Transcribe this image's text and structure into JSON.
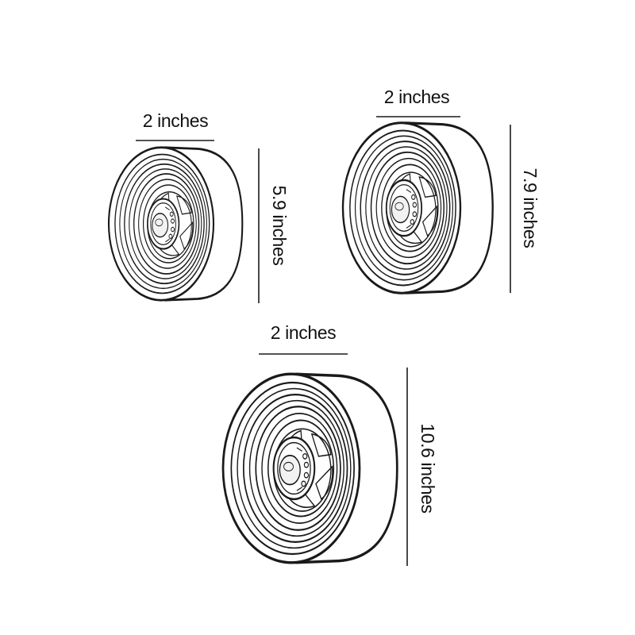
{
  "colors": {
    "line": "#1a1a1a",
    "background": "#ffffff"
  },
  "products": [
    {
      "width_label": "2 inches",
      "diameter_label": "5.9 inches"
    },
    {
      "width_label": "2 inches",
      "diameter_label": "7.9 inches"
    },
    {
      "width_label": "2 inches",
      "diameter_label": "10.6 inches"
    }
  ]
}
